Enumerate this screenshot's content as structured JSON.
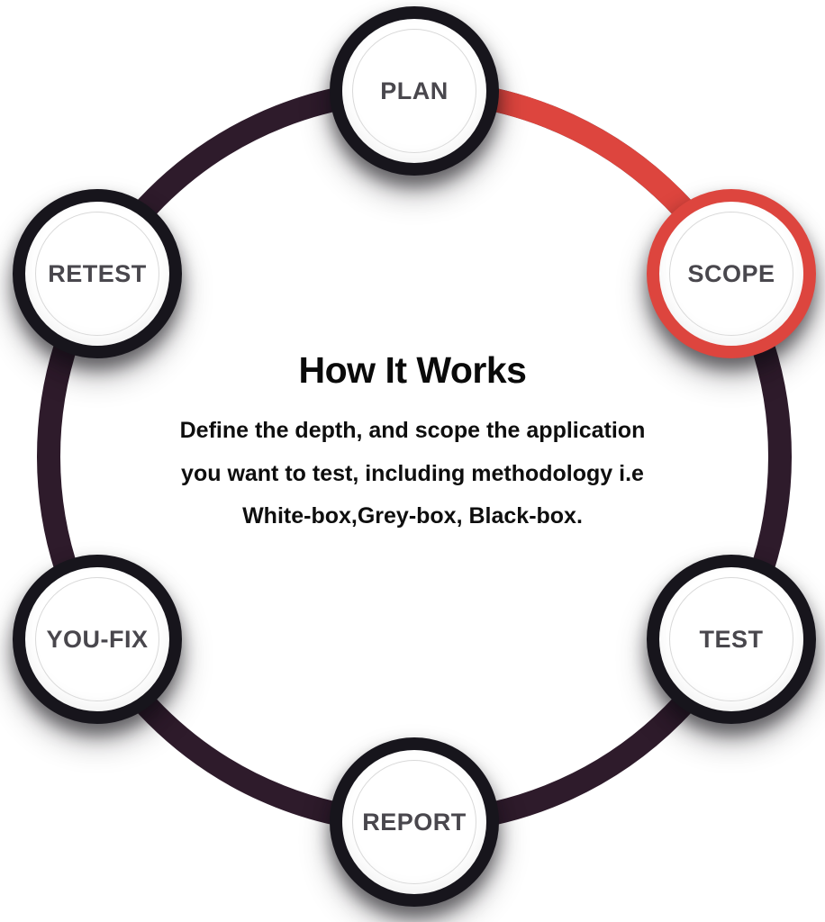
{
  "diagram": {
    "title": "How It Works",
    "description": "Define the depth, and scope the application you want to test, including methodology i.e White-box,Grey-box, Black-box.",
    "active_step": "SCOPE",
    "steps": [
      {
        "label": "PLAN",
        "active": false
      },
      {
        "label": "SCOPE",
        "active": true
      },
      {
        "label": "TEST",
        "active": false
      },
      {
        "label": "REPORT",
        "active": false
      },
      {
        "label": "YOU-FIX",
        "active": false
      },
      {
        "label": "RETEST",
        "active": false
      }
    ],
    "colors": {
      "accent_red": "#dd453e",
      "track_dark": "#2e1b2b",
      "ring_dark": "#17151c",
      "label_gray": "#49474d"
    }
  }
}
